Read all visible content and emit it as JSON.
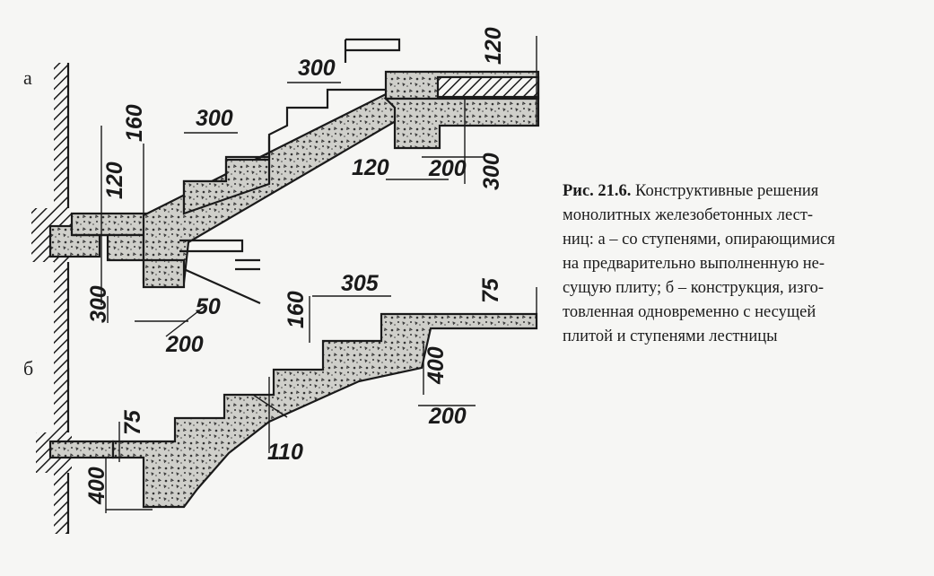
{
  "figure": {
    "label_a": "а",
    "label_b": "б",
    "caption": {
      "lead": "Рис. 21.6.",
      "lines": [
        " Конструктивные решения",
        "монолитных  железобетонных  лест-",
        "ниц: а – со ступенями, опирающимися",
        "на  предварительно выполненную  не-",
        "сущую плиту;  б – конструкция, изго-",
        "товленная одновременно  с несущей",
        "плитой  и ступенями лестницы"
      ]
    }
  },
  "diagram_a": {
    "dimensions": {
      "top_slab": "120",
      "step_run_upper": "300",
      "step_run_mid": "300",
      "riser": "160",
      "slab_left": "120",
      "landing_beam": "120",
      "landing_depth": "200",
      "landing_height": "300",
      "bottom_height": "300",
      "bottom_width": "200",
      "support": "50"
    }
  },
  "diagram_b": {
    "dimensions": {
      "step_run": "305",
      "slab_top": "75",
      "riser": "160",
      "step_depth": "400",
      "step_width": "200",
      "waist": "110",
      "slab_left": "75",
      "support_height": "400"
    }
  },
  "colors": {
    "ink": "#1a1a1a",
    "paper": "#f6f6f4",
    "concrete": "#c9c9c4"
  }
}
